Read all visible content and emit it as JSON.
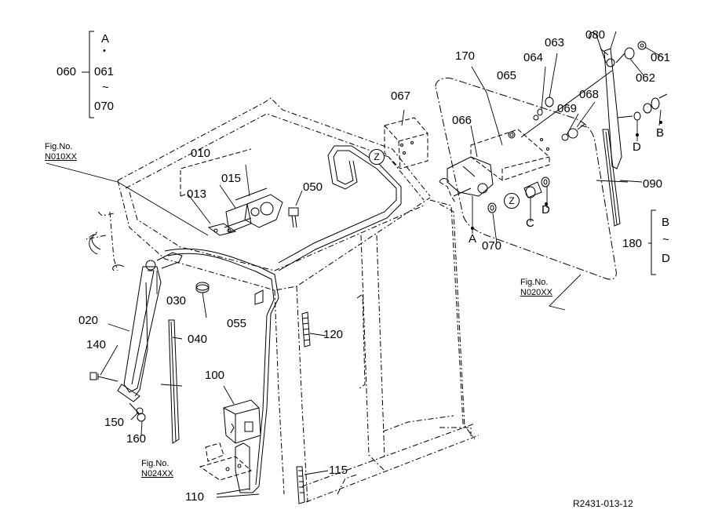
{
  "drawing_id": "R2431-013-12",
  "figure_refs": [
    {
      "id": "fig-n010",
      "line1": "Fig.No.",
      "line2": "N010XX"
    },
    {
      "id": "fig-n020",
      "line1": "Fig.No.",
      "line2": "N020XX"
    },
    {
      "id": "fig-n024",
      "line1": "Fig.No.",
      "line2": "N024XX"
    }
  ],
  "groups": [
    {
      "id": "group-060",
      "ref": "060",
      "from_tag": "A",
      "sep": "•",
      "from": "061",
      "tilde": "~",
      "to": "070"
    },
    {
      "id": "group-180",
      "ref": "180",
      "from": "B",
      "tilde": "~",
      "to": "D"
    }
  ],
  "callouts": [
    "010",
    "013",
    "015",
    "020",
    "030",
    "040",
    "050",
    "055",
    "061",
    "062",
    "063",
    "064",
    "065",
    "066",
    "067",
    "068",
    "069",
    "070",
    "080",
    "090",
    "100",
    "110",
    "115",
    "120",
    "140",
    "150",
    "160",
    "170"
  ],
  "connection_tags": [
    "A",
    "B",
    "C",
    "D"
  ],
  "view_marker": "Z"
}
